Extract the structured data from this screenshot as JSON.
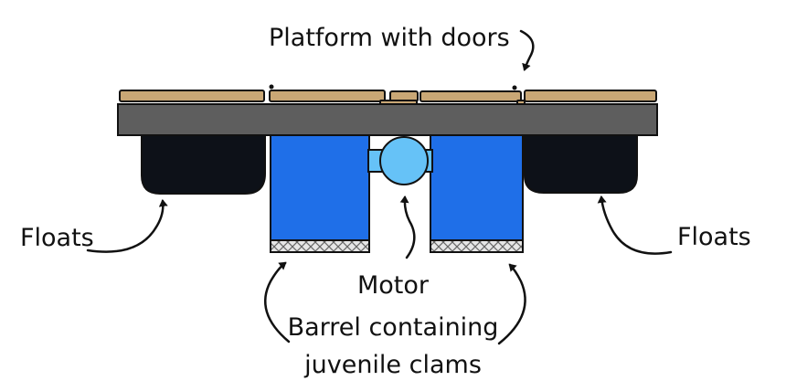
{
  "labels": {
    "platform": "Platform with doors",
    "floats_left": "Floats",
    "floats_right": "Floats",
    "motor": "Motor",
    "barrel_line1": "Barrel containing",
    "barrel_line2": "juvenile clams"
  },
  "colors": {
    "platform_slab": "#5e5e5e",
    "planks": "#c9a775",
    "floats": "#0d1118",
    "barrels": "#1f6fe8",
    "motor": "#66c2f7",
    "mesh": "#b8b8b8",
    "outline": "#111111"
  }
}
